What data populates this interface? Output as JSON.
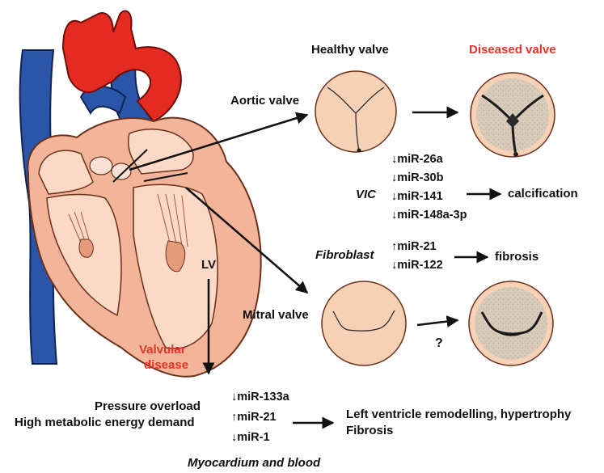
{
  "headers": {
    "healthy": "Healthy valve",
    "diseased": "Diseased valve"
  },
  "valves": {
    "aortic": "Aortic valve",
    "mitral": "Mitral valve",
    "unknown_marker": "?"
  },
  "heart": {
    "lv_label": "LV"
  },
  "cell_types": {
    "vic": "VIC",
    "fibroblast": "Fibroblast"
  },
  "aortic_mirnas": [
    {
      "dir": "down",
      "name": "miR-26a"
    },
    {
      "dir": "down",
      "name": "miR-30b"
    },
    {
      "dir": "down",
      "name": "miR-141"
    },
    {
      "dir": "down",
      "name": "miR-148a-3p"
    }
  ],
  "fibroblast_mirnas": [
    {
      "dir": "up",
      "name": "miR-21"
    },
    {
      "dir": "down",
      "name": "miR-122"
    }
  ],
  "outcomes": {
    "calcification": "calcification",
    "fibrosis": "fibrosis"
  },
  "disease": {
    "line1": "Valvular",
    "line2": "disease"
  },
  "stress": {
    "line1": "Pressure overload",
    "line2": "High metabolic energy demand"
  },
  "myocardium_mirnas": [
    {
      "dir": "down",
      "name": "miR-133a"
    },
    {
      "dir": "up",
      "name": "miR-21"
    },
    {
      "dir": "down",
      "name": "miR-1"
    }
  ],
  "remodeling": {
    "line1": "Left ventricle remodelling, hypertrophy",
    "line2": "Fibrosis"
  },
  "footer": "Myocardium and blood",
  "colors": {
    "aorta_red": "#e32b22",
    "vein_blue": "#2a55a8",
    "heart_tissue": "#f2b59a",
    "heart_inner": "#fbd9c6",
    "valve_fill": "#f7d1b6",
    "diseased_fill": "#d9cbb9",
    "highlight_red": "#e8332a",
    "text": "#111111"
  }
}
